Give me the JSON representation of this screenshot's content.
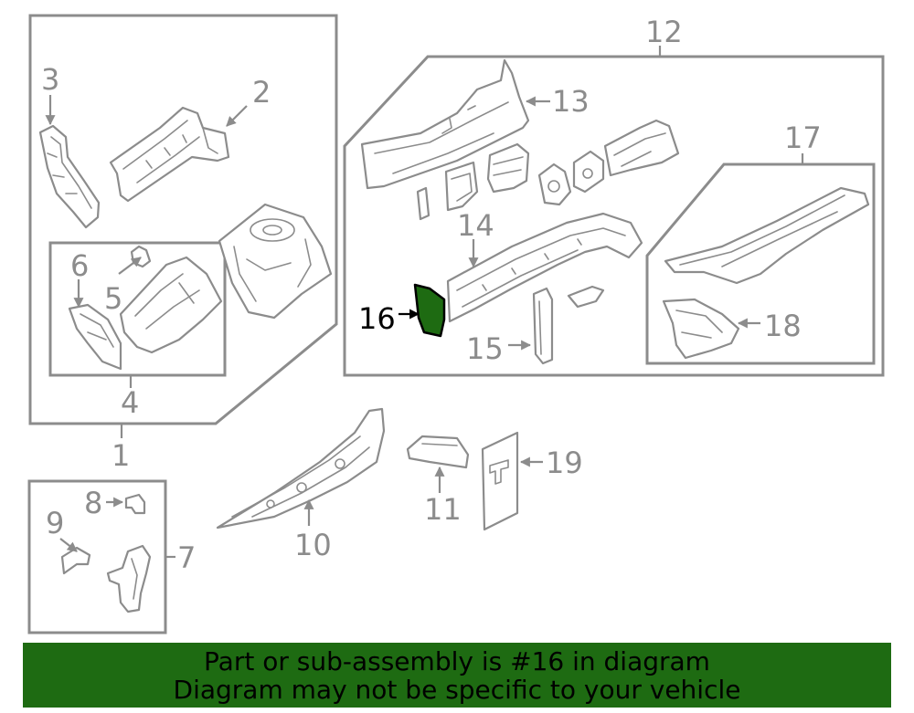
{
  "callouts": {
    "c1": "1",
    "c2": "2",
    "c3": "3",
    "c4": "4",
    "c5": "5",
    "c6": "6",
    "c7": "7",
    "c8": "8",
    "c9": "9",
    "c10": "10",
    "c11": "11",
    "c12": "12",
    "c13": "13",
    "c14": "14",
    "c15": "15",
    "c16": "16",
    "c17": "17",
    "c18": "18",
    "c19": "19"
  },
  "highlighted_part": "16",
  "colors": {
    "highlight": "#1e6b12",
    "banner": "#1e6b12",
    "line": "#8c8c8c"
  },
  "banner": {
    "line1": "Part or sub-assembly is #16 in diagram",
    "line2": "Diagram may not be specific to your vehicle"
  }
}
